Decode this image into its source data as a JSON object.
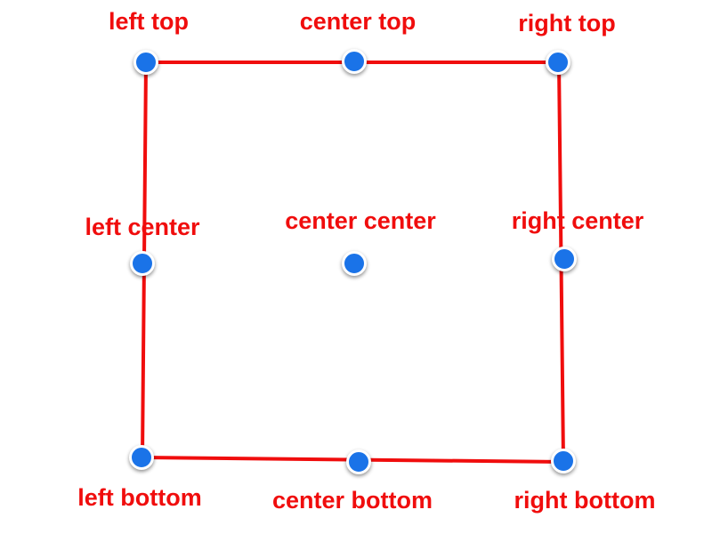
{
  "colors": {
    "frame_line": "#f00d0d",
    "label_text": "#f00d0d",
    "point_fill": "#1a73e8",
    "point_border": "#ffffff"
  },
  "points": {
    "left_top": "left top",
    "center_top": "center top",
    "right_top": "right top",
    "left_center": "left center",
    "center_center": "center center",
    "right_center": "right center",
    "left_bottom": "left bottom",
    "center_bottom": "center bottom",
    "right_bottom": "right bottom"
  }
}
